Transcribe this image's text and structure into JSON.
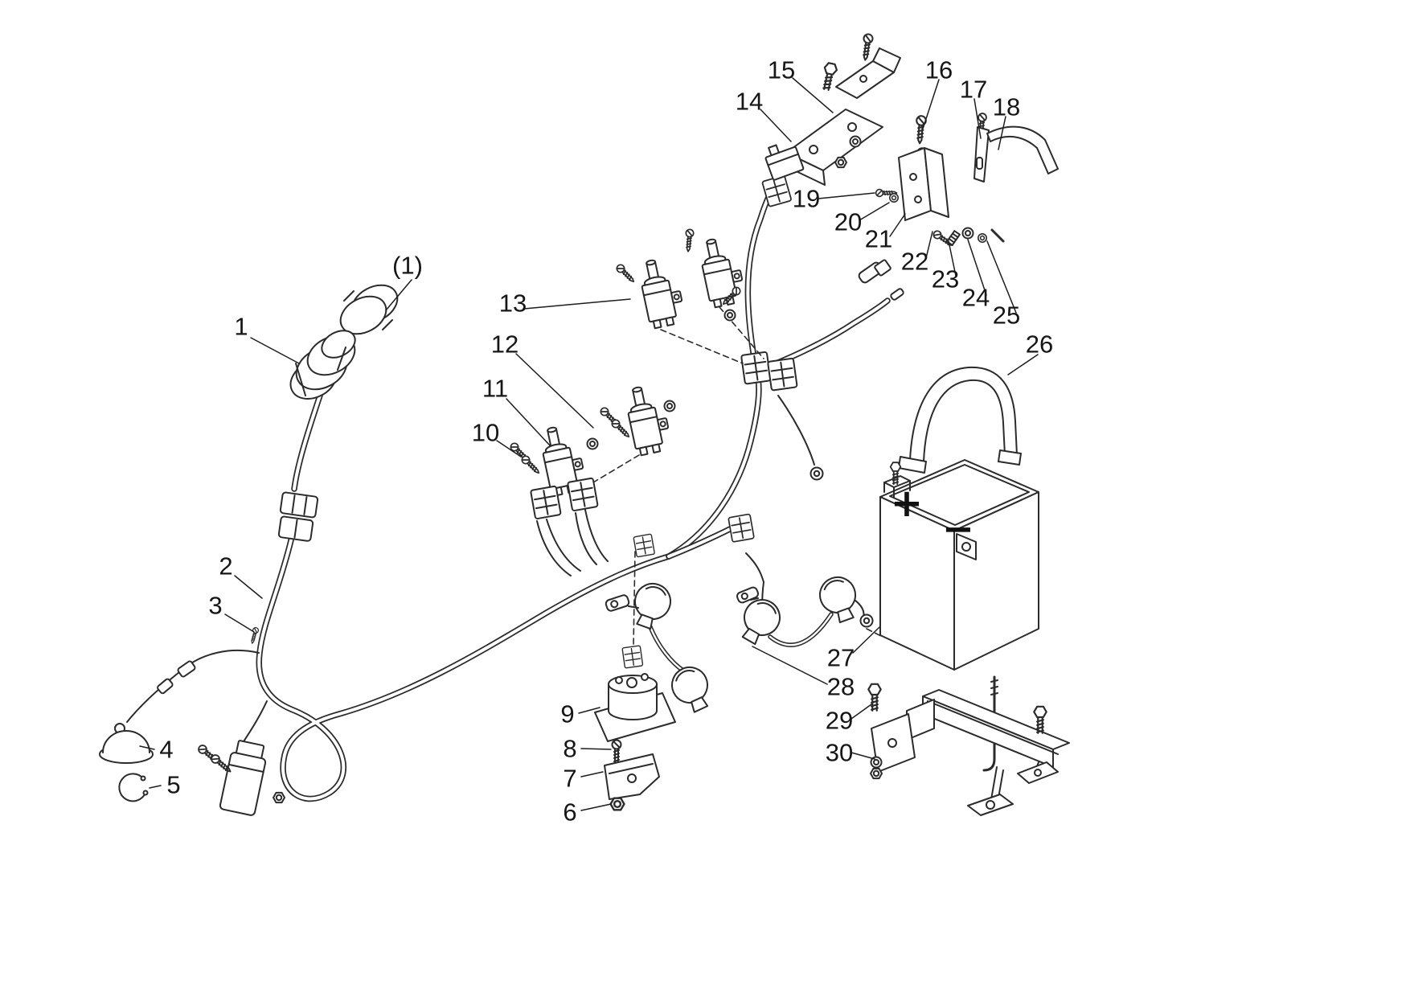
{
  "diagram": {
    "line_color": "#2b2b2b",
    "background": "#ffffff",
    "battery": {
      "positive_symbol": "+",
      "negative_symbol": "−"
    },
    "labels": [
      {
        "ref": "(1)"
      },
      {
        "ref": "1"
      },
      {
        "ref": "2"
      },
      {
        "ref": "3"
      },
      {
        "ref": "4"
      },
      {
        "ref": "5"
      },
      {
        "ref": "6"
      },
      {
        "ref": "7"
      },
      {
        "ref": "8"
      },
      {
        "ref": "9"
      },
      {
        "ref": "10"
      },
      {
        "ref": "11"
      },
      {
        "ref": "12"
      },
      {
        "ref": "13"
      },
      {
        "ref": "14"
      },
      {
        "ref": "15"
      },
      {
        "ref": "16"
      },
      {
        "ref": "17"
      },
      {
        "ref": "18"
      },
      {
        "ref": "19"
      },
      {
        "ref": "20"
      },
      {
        "ref": "21"
      },
      {
        "ref": "22"
      },
      {
        "ref": "23"
      },
      {
        "ref": "24"
      },
      {
        "ref": "25"
      },
      {
        "ref": "26"
      },
      {
        "ref": "27"
      },
      {
        "ref": "28"
      },
      {
        "ref": "29"
      },
      {
        "ref": "30"
      }
    ]
  }
}
